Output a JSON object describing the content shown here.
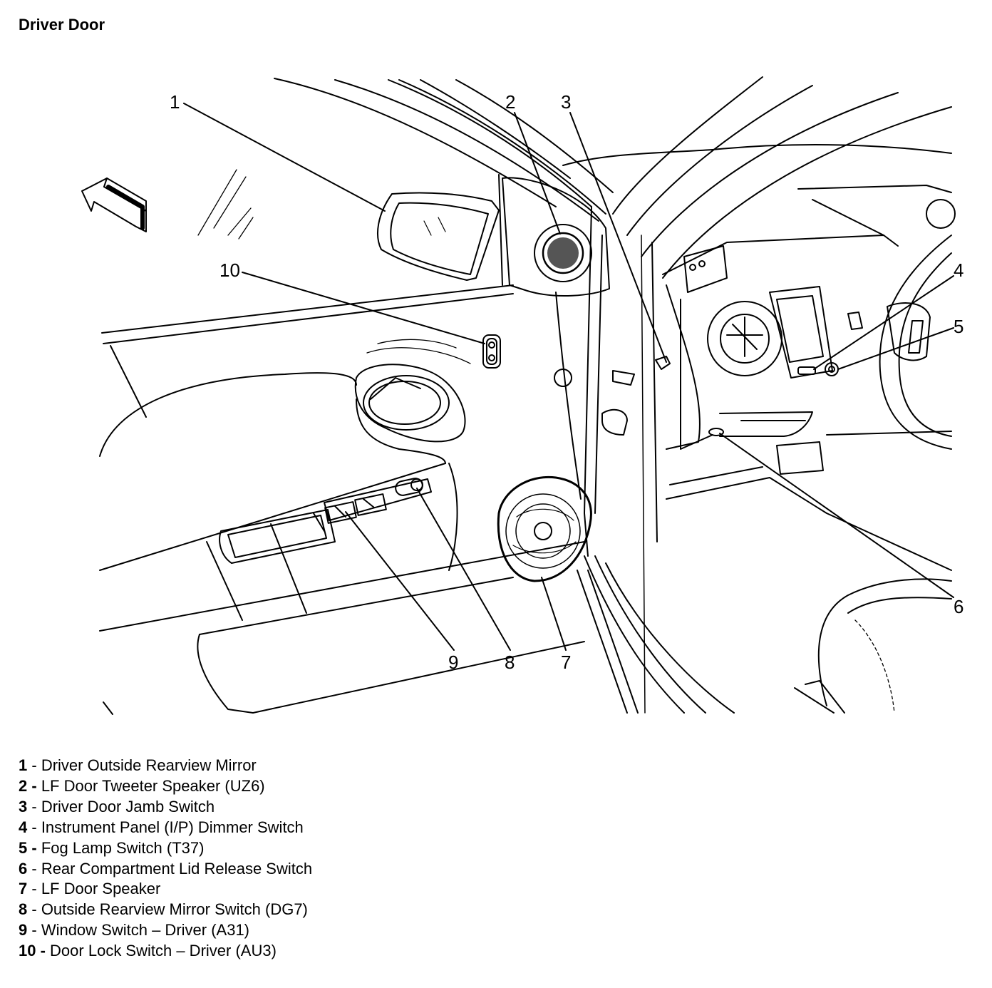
{
  "title": "Driver Door",
  "diagram": {
    "callouts": [
      "1",
      "2",
      "3",
      "4",
      "5",
      "6",
      "7",
      "8",
      "9",
      "10"
    ]
  },
  "legend": [
    {
      "num": "1",
      "sep": " - ",
      "text": "Driver Outside Rearview Mirror"
    },
    {
      "num": "2 -",
      "sep": " ",
      "text": "LF Door Tweeter Speaker (UZ6)"
    },
    {
      "num": "3",
      "sep": " - ",
      "text": "Driver Door Jamb Switch"
    },
    {
      "num": "4",
      "sep": " - ",
      "text": "Instrument Panel (I/P) Dimmer Switch"
    },
    {
      "num": "5 -",
      "sep": " ",
      "text": "Fog Lamp Switch (T37)"
    },
    {
      "num": "6",
      "sep": " - ",
      "text": "Rear Compartment Lid Release Switch"
    },
    {
      "num": "7",
      "sep": " - ",
      "text": "LF Door Speaker"
    },
    {
      "num": "8",
      "sep": " - ",
      "text": "Outside Rearview Mirror Switch (DG7)"
    },
    {
      "num": "9",
      "sep": " - ",
      "text": "Window Switch – Driver (A31)"
    },
    {
      "num": "10 -",
      "sep": " ",
      "text": "Door Lock Switch – Driver (AU3)"
    }
  ]
}
